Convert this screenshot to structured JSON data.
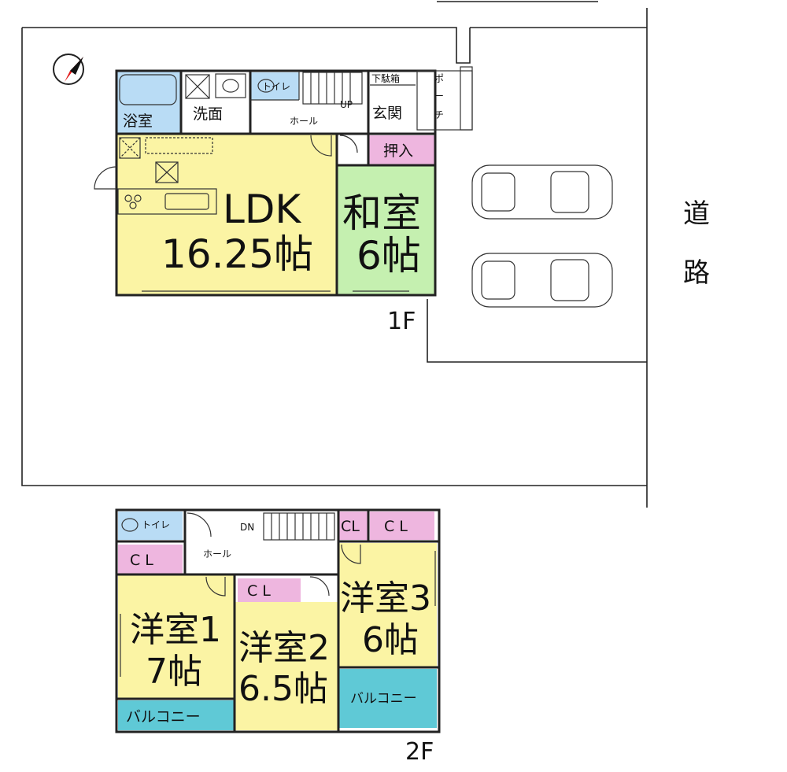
{
  "colors": {
    "ldk": "#fbf4a4",
    "washitsu": "#c5f0b0",
    "bath": "#b9dcf5",
    "closet": "#eeb6df",
    "youshitsu": "#fbf4a4",
    "balcony": "#5fc9d6",
    "road_line": "#222222"
  },
  "road": {
    "char1": "道",
    "char2": "路"
  },
  "floor1": {
    "floor_label": "1F",
    "ldk_name": "LDK",
    "ldk_size": "16.25帖",
    "washitsu_name": "和室",
    "washitsu_size": "6帖",
    "oshiire": "押入",
    "bath": "浴室",
    "senmen": "洗面",
    "toilet": "トイレ",
    "hall": "ホール",
    "up": "UP",
    "genkan": "玄関",
    "getabako": "下駄箱",
    "porch_1": "ポ",
    "porch_2": "ー",
    "porch_3": "チ"
  },
  "floor2": {
    "floor_label": "2F",
    "toilet": "トイレ",
    "dn": "DN",
    "hall": "ホール",
    "cl_room1": "C L",
    "cl_room2": "C L",
    "cl_small": "CL",
    "cl_room3": "C L",
    "room1_name": "洋室1",
    "room1_size": "7帖",
    "room2_name": "洋室2",
    "room2_size": "6.5帖",
    "room3_name": "洋室3",
    "room3_size": "6帖",
    "balcony_left": "バルコニー",
    "balcony_right": "バルコニー"
  },
  "icons": [
    "compass-icon",
    "car-icon",
    "toilet-icon",
    "stove-icon",
    "sink-icon",
    "bathtub-icon"
  ]
}
